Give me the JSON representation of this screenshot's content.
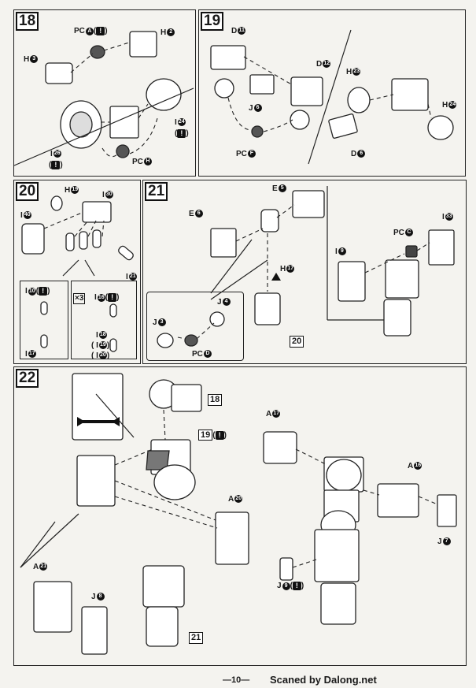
{
  "steps": [
    {
      "number": "18",
      "labels": {
        "pca": "PC",
        "pca_circ": "A",
        "h2": "H",
        "h2_circ": "2",
        "h3": "H",
        "h3_circ": "3",
        "i24": "I",
        "i24_circ": "24",
        "i26": "I",
        "i26_circ": "26",
        "pch": "PC",
        "pch_circ": "H"
      }
    },
    {
      "number": "19",
      "labels": {
        "d11": "D",
        "d11_circ": "11",
        "d12": "D",
        "d12_circ": "12",
        "j6": "J",
        "j6_circ": "6",
        "pcf": "PC",
        "pcf_circ": "F",
        "h23": "H",
        "h23_circ": "23",
        "h24": "H",
        "h24_circ": "24",
        "d6": "D",
        "d6_circ": "6"
      }
    },
    {
      "number": "20",
      "labels": {
        "h19": "H",
        "h19_circ": "19",
        "i30": "I",
        "i30_circ": "30",
        "i40": "I",
        "i40_circ": "40",
        "i21": "I",
        "i21_circ": "21",
        "i10": "I",
        "i10_circ": "10",
        "i17": "I",
        "i17_circ": "17",
        "x3": "×3",
        "i16": "I",
        "i16_circ": "16",
        "i18": "I",
        "i18_circ": "18",
        "i19": "( I",
        "i19_circ": "19",
        "i20": "( I",
        "i20_circ": "20"
      }
    },
    {
      "number": "21",
      "labels": {
        "e5": "E",
        "e5_circ": "5",
        "e6": "E",
        "e6_circ": "6",
        "h17": "H",
        "h17_circ": "17",
        "ref20": "20",
        "j4": "J",
        "j4_circ": "4",
        "j3": "J",
        "j3_circ": "3",
        "pcd": "PC",
        "pcd_circ": "D",
        "i33": "I",
        "i33_circ": "33",
        "pcc": "PC",
        "pcc_circ": "C",
        "i9": "I",
        "i9_circ": "9"
      }
    },
    {
      "number": "22",
      "labels": {
        "ref18": "18",
        "ref19": "19",
        "a20": "A",
        "a20_circ": "20",
        "a21": "A",
        "a21_circ": "21",
        "j8": "J",
        "j8_circ": "8",
        "ref21": "21",
        "a17": "A",
        "a17_circ": "17",
        "a16": "A",
        "a16_circ": "16",
        "j7": "J",
        "j7_circ": "7",
        "j9": "J",
        "j9_circ": "9"
      }
    }
  ],
  "footer": {
    "page_number": "—10—",
    "scanned_by": "Scaned by Dalong.net"
  }
}
